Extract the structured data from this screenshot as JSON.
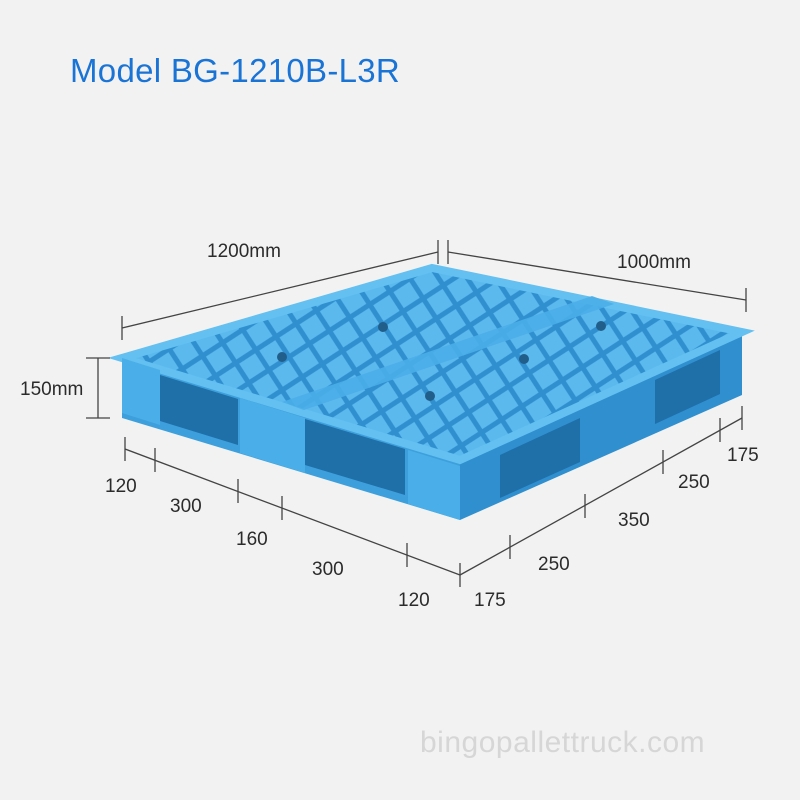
{
  "header": {
    "title": "Model BG-1210B-L3R"
  },
  "dimensions": {
    "length": "1200mm",
    "width": "1000mm",
    "height": "150mm",
    "front_segments": [
      "120",
      "300",
      "160",
      "300",
      "120"
    ],
    "side_segments": [
      "175",
      "250",
      "350",
      "250",
      "175"
    ]
  },
  "product": {
    "color": "#4aaee8",
    "shade": "#2f8fcf",
    "dark": "#1f6fa8"
  },
  "watermark": "bingopallettruck.com"
}
